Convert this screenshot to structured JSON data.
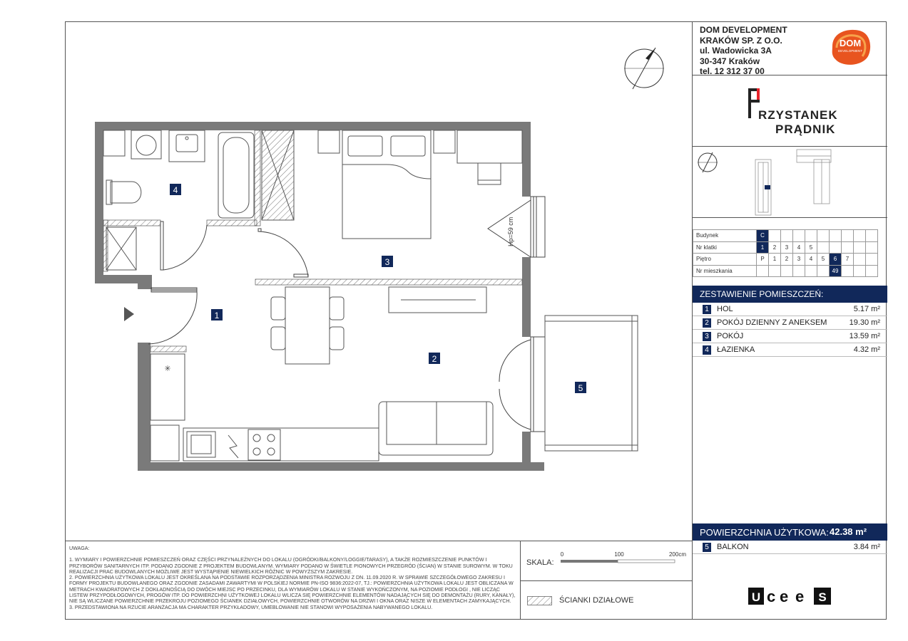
{
  "company": {
    "line1": "DOM DEVELOPMENT",
    "line2": "KRAKÓW SP. Z O.O.",
    "line3": "ul. Wadowicka 3A",
    "line4": "30-347 Kraków",
    "line5": "tel. 12 312 37 00",
    "logo_text1": "DOM",
    "logo_text2": "DEVELOPMENT",
    "logo_color": "#e8541f"
  },
  "project": {
    "name_line1": "RZYSTANEK",
    "name_line2": "PRĄDNIK",
    "accent_color": "#e8242b"
  },
  "info_table": {
    "rows": [
      {
        "label": "Budynek",
        "cells": [
          "C",
          "",
          "",
          "",
          "",
          "",
          "",
          "",
          "",
          ""
        ]
      },
      {
        "label": "Nr klatki",
        "cells": [
          "1",
          "2",
          "3",
          "4",
          "5",
          "",
          "",
          "",
          "",
          ""
        ]
      },
      {
        "label": "Piętro",
        "cells": [
          "P",
          "1",
          "2",
          "3",
          "4",
          "5",
          "6",
          "7",
          "",
          ""
        ]
      },
      {
        "label": "Nr mieszkania",
        "cells": [
          "",
          "",
          "",
          "",
          "",
          "",
          "49",
          "",
          "",
          ""
        ]
      }
    ]
  },
  "rooms": {
    "header": "ZESTAWIENIE POMIESZCZEŃ:",
    "items": [
      {
        "num": "1",
        "name": "HOL",
        "area": "5.17 m²"
      },
      {
        "num": "2",
        "name": "POKÓJ DZIENNY Z ANEKSEM",
        "area": "19.30 m²"
      },
      {
        "num": "3",
        "name": "POKÓJ",
        "area": "13.59 m²"
      },
      {
        "num": "4",
        "name": "ŁAZIENKA",
        "area": "4.32 m²"
      }
    ],
    "usable_label": "POWIERZCHNIA UŻYTKOWA:",
    "usable_value": "42.38 m²",
    "balcony": {
      "num": "5",
      "name": "BALKON",
      "area": "3.84 m²"
    }
  },
  "plan": {
    "room_labels": [
      "1",
      "2",
      "3",
      "4",
      "5"
    ],
    "window_note": "Hp=59 cm",
    "label_color": "#11285a"
  },
  "notes": {
    "title": "UWAGA:",
    "p1": "1. WYMIARY I POWIERZCHNIE POMIESZCZEŃ ORAZ CZĘŚCI PRZYNALEŻNYCH DO LOKALU (OGRÓDKI/BALKONY/LOGGIE/TARASY), A TAKŻE ROZMIESZCZENIE PUNKTÓW I PRZYBORÓW SANITARNYCH ITP. PODANO ZGODNIE Z PROJEKTEM BUDOWLANYM. WYMIARY PODANO W ŚWIETLE PIONOWYCH PRZEGRÓD (ŚCIAN) W STANIE SUROWYM. W TOKU REALIZACJI PRAC BUDOWLANYCH MOŻLIWE JEST WYSTĄPIENIE NIEWIELKICH RÓŻNIC W POWYŻSZYM ZAKRESIE.",
    "p2": "2. POWIERZCHNIA UŻYTKOWA LOKALU JEST OKREŚLANA NA PODSTAWIE ROZPORZĄDZENIA MINISTRA ROZWOJU Z DN. 11.09.2020 R. W SPRAWIE SZCZEGÓŁOWEGO ZAKRESU I FORMY PROJEKTU BUDOWLANEGO ORAZ ZGODNIE ZASADAMI ZAWARTYMI W POLSKIEJ NORMIE PN-ISO 9836:2022-07, TJ.: POWIERZCHNIA UŻYTKOWA LOKALU JEST OBLICZANA W METRACH KWADRATOWYCH Z DOKŁADNOŚCIĄ DO DWÓCH MIEJSC PO PRZECINKU, DLA WYMIARÓW LOKALU W STANIE WYKOŃCZONYM, NA POZIOMIE PODŁOGI , NIE LICZĄC LISTEW PRZYPODŁOGOWYCH, PROGÓW ITP. DO POWIERZCHNI UŻYTKOWEJ LOKALU WLICZA SIĘ POWIERZCHNIE ELEMENTÓW NADAJĄCYCH SIĘ DO DEMONTAŻU (RURY, KANAŁY), NIE SĄ WLICZANE POWIERZCHNIE PRZEKROJU POZIOMEGO ŚCIANEK DZIAŁOWYCH, POWIERZCHNIE OTWORÓW NA DRZWI I OKNA ORAZ NISZE W ELEMENTACH ZAMYKAJĄCYCH.",
    "p3": "3. PRZEDSTAWIONA NA RZUCIE ARANŻACJA MA CHARAKTER PRZYKŁADOWY, UMEBLOWANIE NIE STANOWI WYPOSAŻENIA NABYWANEGO LOKALU."
  },
  "scale": {
    "label": "SKALA:",
    "ticks": [
      "0",
      "100",
      "200cm"
    ]
  },
  "legend": {
    "label": "ŚCIANKI DZIAŁOWE"
  },
  "uces_logo": "uceeS"
}
